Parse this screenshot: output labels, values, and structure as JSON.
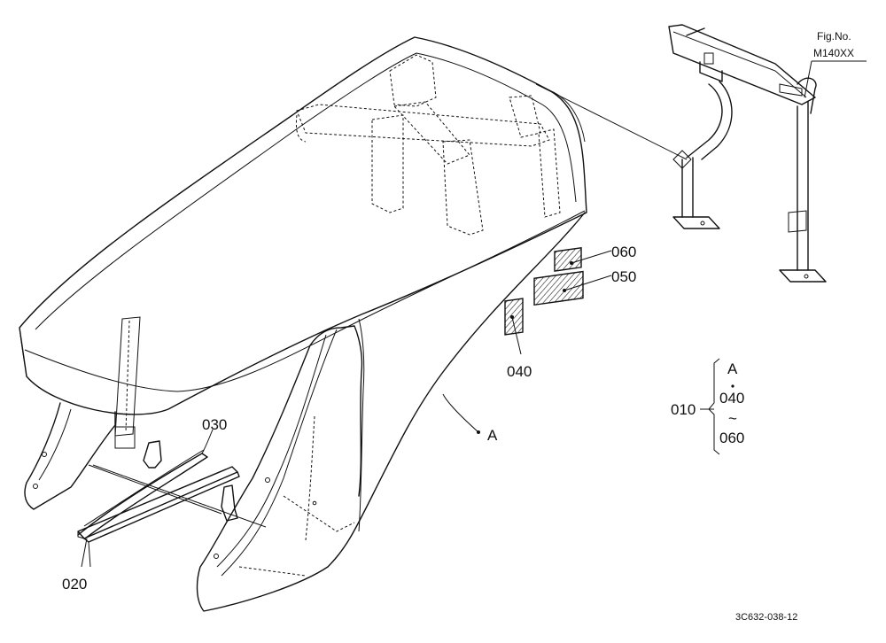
{
  "figure_ref": {
    "line1": "Fig.No.",
    "line2": "M140XX"
  },
  "callouts": {
    "p060": "060",
    "p050": "050",
    "p040": "040",
    "p030": "030",
    "p020": "020",
    "assembly": "A"
  },
  "legend": {
    "number": "010",
    "top": "A",
    "mid": "040",
    "tilde": "~",
    "bottom": "060"
  },
  "drawing_code": "3C632-038-12"
}
